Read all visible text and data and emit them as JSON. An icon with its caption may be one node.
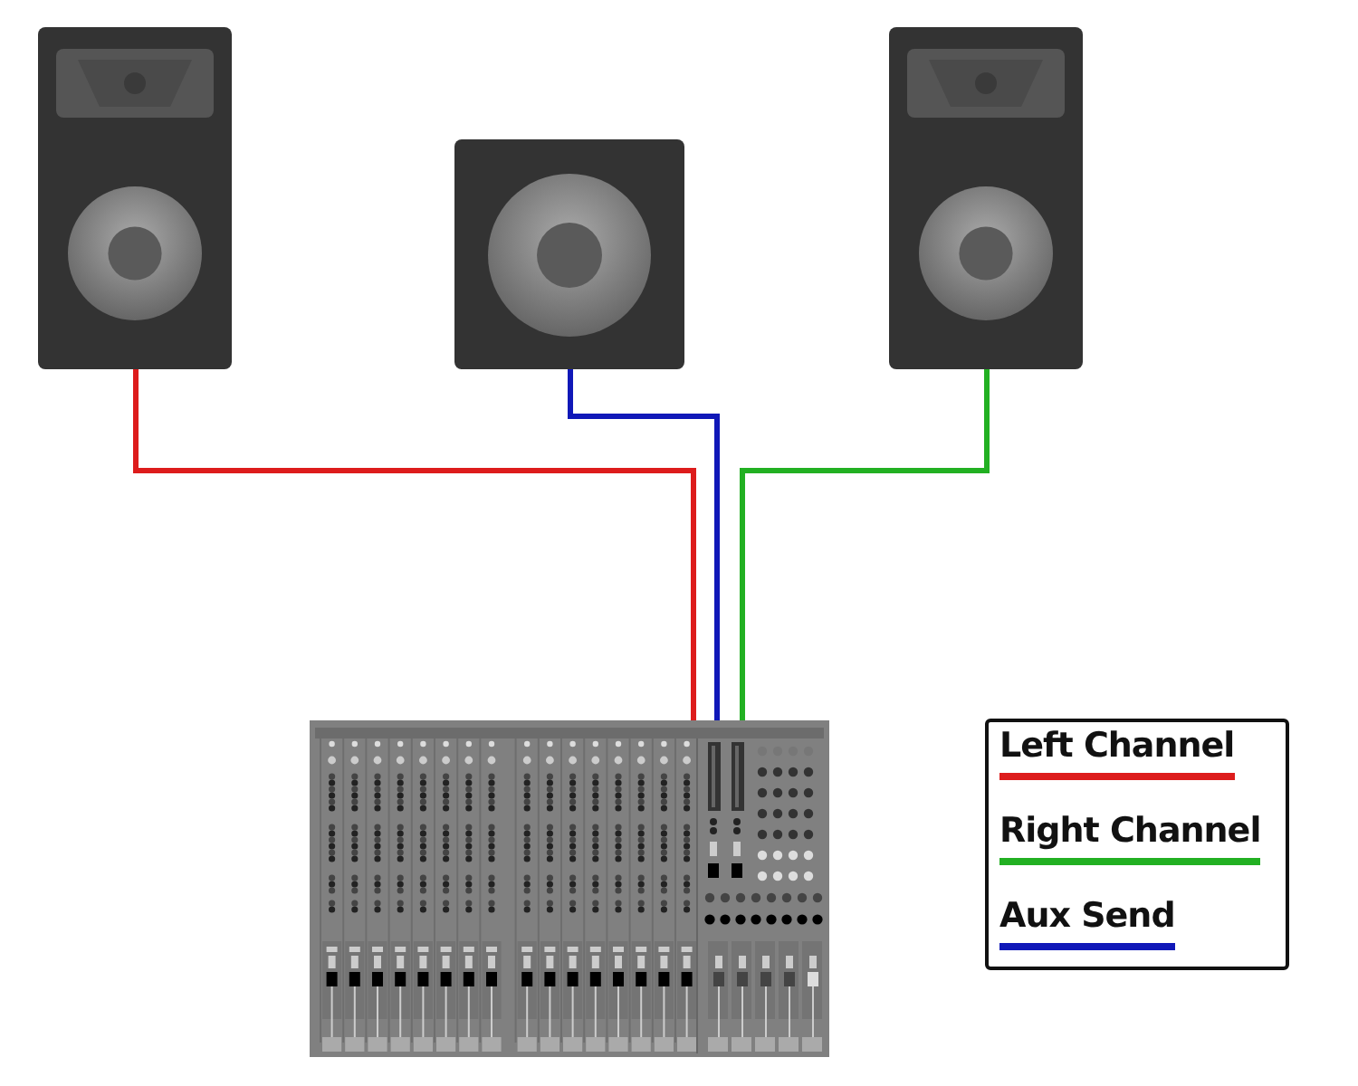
{
  "diagram": {
    "nodes": [
      {
        "text": [],
        "shape": "picture"
      },
      {
        "text": [],
        "shape": "picture"
      },
      {
        "text": [],
        "shape": "picture"
      },
      {
        "text": [],
        "shape": "picture"
      }
    ],
    "edges": [
      {
        "from": 0,
        "to": 3,
        "arrow": "none",
        "color": "#dd1c1c"
      },
      {
        "from": 1,
        "to": 3,
        "arrow": "none",
        "color": "#1018b8"
      },
      {
        "from": 2,
        "to": 3,
        "arrow": "none",
        "color": "#22b022"
      }
    ],
    "legend": [
      {
        "text": "Left Channel",
        "color": "#dd1c1c"
      },
      {
        "text": "Right Channel",
        "color": "#22b022"
      },
      {
        "text": "Aux Send",
        "color": "#1018b8"
      }
    ]
  }
}
